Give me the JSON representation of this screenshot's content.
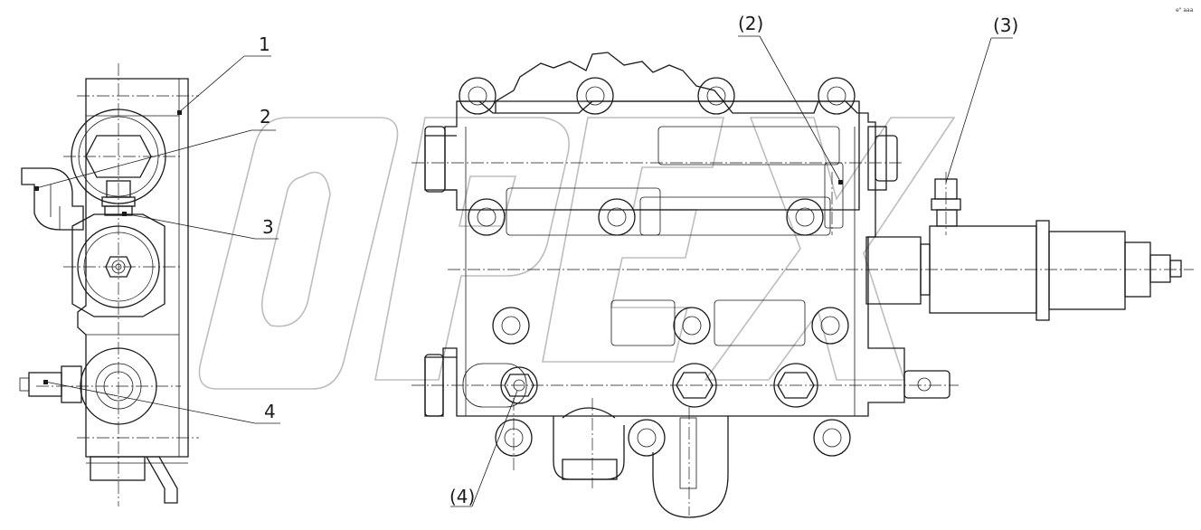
{
  "drawing": {
    "corner_mark": "e\" aaa",
    "watermark_text": "OPEX",
    "left_view_callouts": [
      "1",
      "2",
      "3",
      "4"
    ],
    "right_view_callouts": [
      "(2)",
      "(3)",
      "(4)"
    ]
  }
}
